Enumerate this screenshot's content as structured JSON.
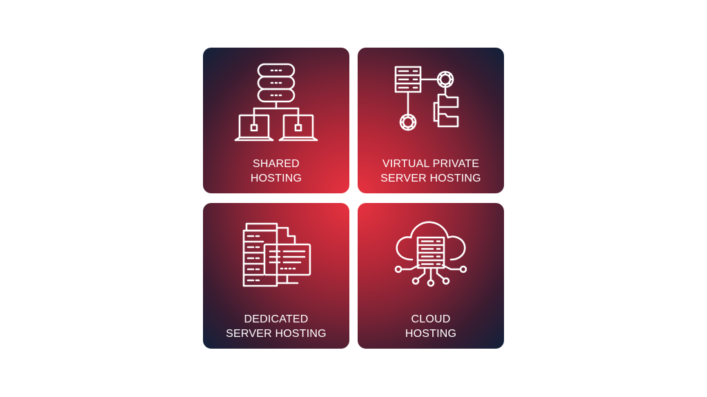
{
  "tiles": [
    {
      "line1": "SHARED",
      "line2": "HOSTING",
      "icon": "shared-hosting-icon"
    },
    {
      "line1": "VIRTUAL PRIVATE",
      "line2": "SERVER HOSTING",
      "icon": "vps-hosting-icon"
    },
    {
      "line1": "DEDICATED",
      "line2": "SERVER HOSTING",
      "icon": "dedicated-server-icon"
    },
    {
      "line1": "CLOUD",
      "line2": "HOSTING",
      "icon": "cloud-hosting-icon"
    }
  ],
  "colors": {
    "accent": "#e8323f",
    "dark": "#13203a",
    "icon_stroke": "#ffffff"
  }
}
